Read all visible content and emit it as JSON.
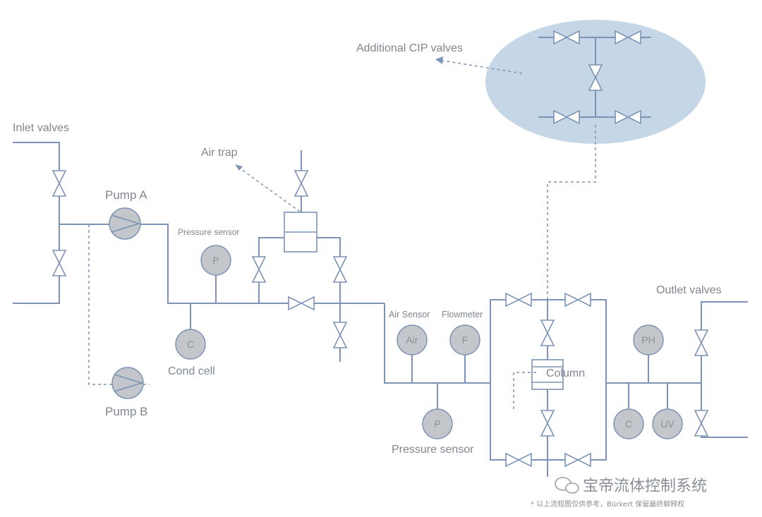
{
  "labels": {
    "inlet_valves": "Inlet valves",
    "pump_a": "Pump A",
    "pump_b": "Pump B",
    "air_trap": "Air trap",
    "pressure_sensor_top": "Pressure sensor",
    "cond_cell": "Cond cell",
    "air_sensor": "Air Sensor",
    "flowmeter": "Flowmeter",
    "pressure_sensor_bottom": "Pressure sensor",
    "column": "Column",
    "outlet_valves": "Outlet valves",
    "additional_cip": "Additional CIP valves"
  },
  "gauges": {
    "p1": "P",
    "c1": "C",
    "air": "Air",
    "f": "F",
    "p2": "P",
    "ph": "PH",
    "c2": "C",
    "uv": "UV"
  },
  "watermark": "宝帝流体控制系统",
  "footnote": "* 以上流程图仅供参考，Bürkert 保留最终解释权",
  "colors": {
    "pipe": "#7d93b6",
    "bubble": "#c5d6e6",
    "gauge_fill": "#c3c6ca",
    "text": "#7f8690"
  }
}
